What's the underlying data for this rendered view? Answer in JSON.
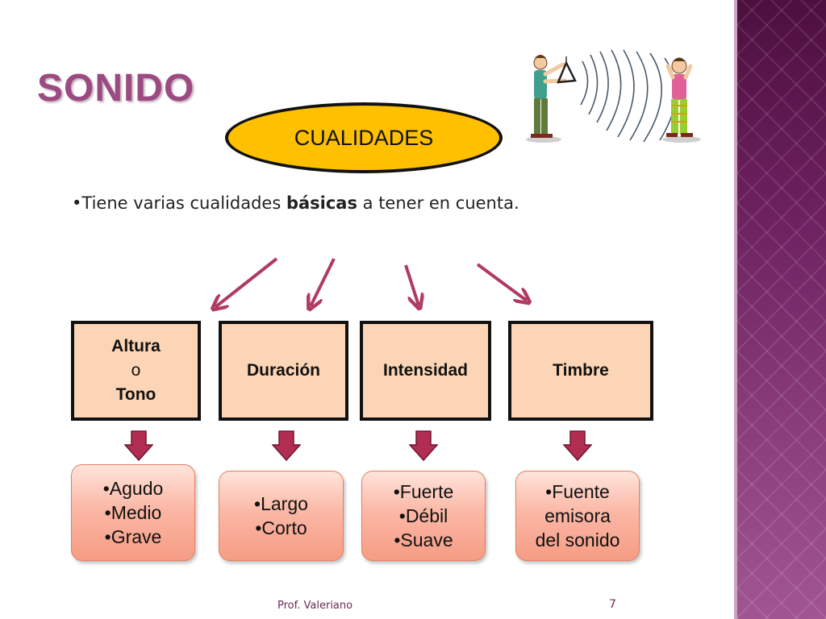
{
  "title": "SONIDO",
  "central": "CUALIDADES",
  "intro": {
    "prefix": "•Tiene varias cualidades ",
    "bold": "básicas",
    "suffix": " a tener en cuenta."
  },
  "categories": [
    {
      "line1": "Altura",
      "line2": "o",
      "line3": "Tono"
    },
    {
      "label": "Duración"
    },
    {
      "label": "Intensidad"
    },
    {
      "label": "Timbre"
    }
  ],
  "results": [
    {
      "lines": [
        "•Agudo",
        "•Medio",
        "•Grave"
      ]
    },
    {
      "lines": [
        "•Largo",
        "•Corto"
      ]
    },
    {
      "lines": [
        "•Fuerte",
        "•Débil",
        "•Suave"
      ]
    },
    {
      "lines": [
        "•Fuente",
        "emisora",
        "del sonido"
      ]
    }
  ],
  "footer": "Prof. Valeriano",
  "page_number": "7",
  "colors": {
    "title": "#9b4a82",
    "oval_fill": "#ffc000",
    "category_fill": "#fbd5b5",
    "arrow": "#b03a64",
    "band": "#7d2a68"
  },
  "icons": [
    "triangle-player-figure",
    "ears-covered-figure",
    "sound-waves"
  ]
}
